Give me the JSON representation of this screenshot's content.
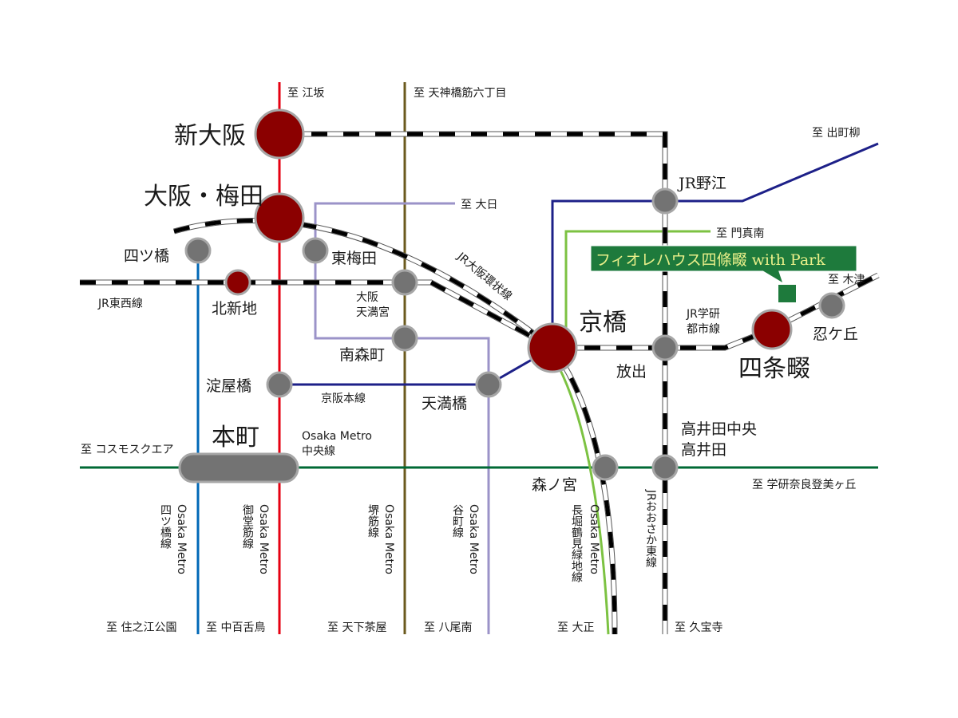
{
  "title": "Access map - Fiore House Shijonawate with Park",
  "colors": {
    "red_line": "#e60012",
    "blue_line": "#0068b7",
    "olive_line": "#6b5a1e",
    "purple_line": "#9b93c8",
    "navy_line": "#1d2088",
    "green_line": "#006934",
    "light_green_line": "#7cc242",
    "major_station": "#8b0000",
    "minor_station": "#737373",
    "station_ring": "#a6a6a6",
    "callout_bg": "#1e7a3c",
    "callout_text": "#eaf08a"
  },
  "callout": {
    "label": "フィオレハウス四條畷 with Park"
  },
  "stations": {
    "shin_osaka": "新大阪",
    "osaka_umeda": "大阪・梅田",
    "yotsubashi": "四ツ橋",
    "higashi_umeda": "東梅田",
    "kitashinchi": "北新地",
    "osaka_tenmangu": [
      "大阪",
      "天満宮"
    ],
    "minamimorimachi": "南森町",
    "yodoyabashi": "淀屋橋",
    "tenmabashi": "天満橋",
    "kyobashi": "京橋",
    "jr_noe": "JR野江",
    "hanaten": "放出",
    "shijonawate": "四条畷",
    "shinobugaoka": "忍ケ丘",
    "hommachi": "本町",
    "morinomiya": "森ノ宮",
    "takaida": [
      "高井田中央",
      "高井田"
    ]
  },
  "lines": {
    "jr_tozai": "JR東西線",
    "jr_loop": "JR大阪環状線",
    "keihan": "京阪本線",
    "chuo": [
      "Osaka Metro",
      "中央線"
    ],
    "gakken": [
      "JR学研",
      "都市線"
    ],
    "yotsubashi_line": [
      "Osaka Metro",
      "四ツ橋線"
    ],
    "midosuji_line": [
      "Osaka Metro",
      "御堂筋線"
    ],
    "sakaisuji_line": [
      "Osaka Metro",
      "堺筋線"
    ],
    "tanimachi_line": [
      "Osaka Metro",
      "谷町線"
    ],
    "nagahori_line": [
      "Osaka Metro",
      "長堀鶴見緑地線"
    ],
    "osaka_higashi_line": "JRおおさか東線"
  },
  "destinations": {
    "esaka": "至 江坂",
    "tenjinbashi": "至 天神橋筋六丁目",
    "demachiyanagi": "至 出町柳",
    "dainichi": "至 大日",
    "kadomaminami": "至 門真南",
    "kizu": "至 木津",
    "cosmo_square": "至 コスモスクエア",
    "gakken_nara": "至 学研奈良登美ヶ丘",
    "suminoekoen": "至 住之江公園",
    "nakamozu": "至 中百舌鳥",
    "tengachaya": "至 天下茶屋",
    "yaominami": "至 八尾南",
    "taisho": "至 大正",
    "kyuhoji": "至 久宝寺"
  }
}
